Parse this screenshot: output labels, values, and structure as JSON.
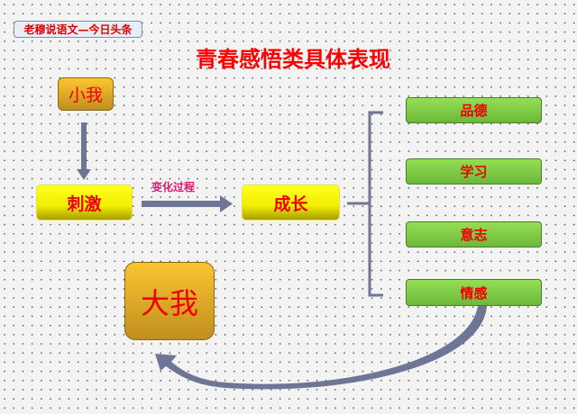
{
  "badge": "老穆说语文—今日头条",
  "title": "青春感悟类具体表现",
  "nodes": {
    "small_self": "小我",
    "stimulus": "刺激",
    "growth": "成长",
    "big_self": "大我"
  },
  "process_label": "变化过程",
  "aspects": [
    "品德",
    "学习",
    "意志",
    "情感"
  ],
  "colors": {
    "arrow": "#6e7595",
    "text": "#e00000"
  }
}
